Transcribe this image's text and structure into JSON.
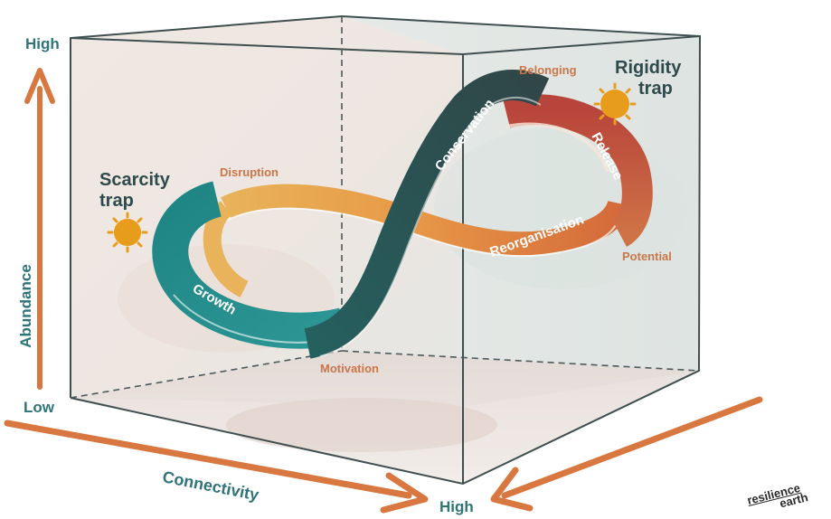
{
  "axes": {
    "y_high": "High",
    "y_low": "Low",
    "x_high": "High",
    "y_title": "Abundance",
    "x_title": "Connectivity"
  },
  "traps": {
    "scarcity": [
      "Scarcity",
      "trap"
    ],
    "rigidity": [
      "Rigidity",
      "trap"
    ]
  },
  "phases": {
    "growth": "Growth",
    "conservation": "Conservation",
    "release": "Release",
    "reorganisation": "Reorganisation"
  },
  "annotations": {
    "disruption": "Disruption",
    "belonging": "Belonging",
    "potential": "Potential",
    "motivation": "Motivation"
  },
  "logo": [
    "resilience",
    "earth"
  ],
  "colors": {
    "teal": "#2a8a88",
    "dark_teal": "#2f4a4c",
    "orange": "#d8773f",
    "yellow": "#e4a340",
    "red": "#b8453b",
    "arrow": "#d8773f",
    "sun": "#e89c1c"
  }
}
